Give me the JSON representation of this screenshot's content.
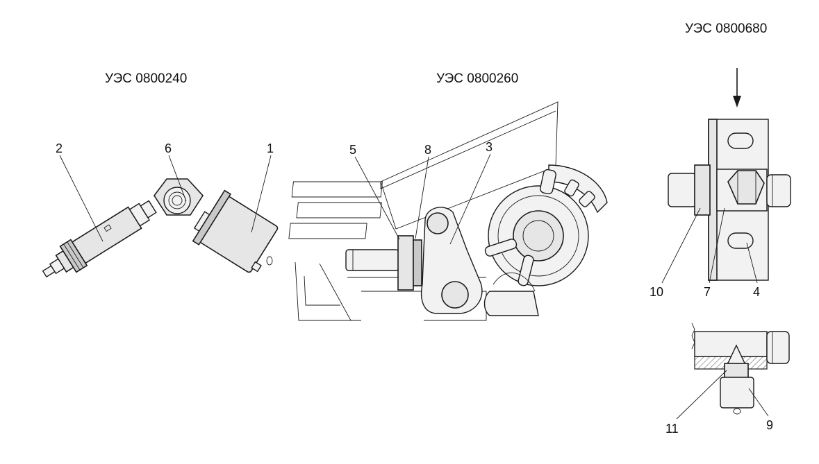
{
  "assembly_titles": {
    "a240": "УЭС 0800240",
    "a260": "УЭС 0800260",
    "a680": "УЭС 0800680"
  },
  "callouts": {
    "c1": "1",
    "c2": "2",
    "c3": "3",
    "c4": "4",
    "c5": "5",
    "c6": "6",
    "c7": "7",
    "c8": "8",
    "c9": "9",
    "c10": "10",
    "c11": "11"
  }
}
